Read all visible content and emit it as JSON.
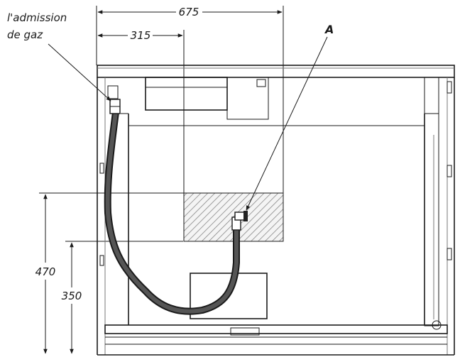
{
  "labels": {
    "gas_inlet_line1": "l'admission",
    "gas_inlet_line2": "de gaz",
    "point_a": "A"
  },
  "dimensions": {
    "width_total": "675",
    "width_offset": "315",
    "height_total": "470",
    "height_lower": "350"
  },
  "colors": {
    "line": "#1a1a1a",
    "hose": "#3a3a3a",
    "hatch": "#888888"
  }
}
